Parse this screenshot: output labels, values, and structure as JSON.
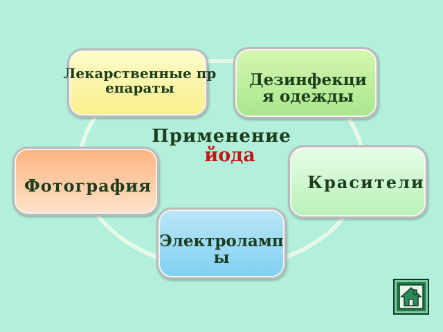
{
  "diagram": {
    "center": {
      "line1": "Применение",
      "line2": "йода"
    },
    "nodes": {
      "medicines": "Лекарственные препараты",
      "disinfection": "Дезинфекция одежды",
      "photo": "Фотография",
      "dyes": "Красители",
      "lamps": "Электролампы"
    }
  },
  "colors": {
    "background": "#b3f0dc",
    "center_title": "#1d3d1d",
    "center_accent": "#c01818",
    "medicines": "#f9ef8a",
    "disinfection": "#a9e68c",
    "photo": "#fbb37f",
    "dyes": "#b9f2b7",
    "lamps": "#7fd0f3"
  },
  "nav": {
    "home_icon": "home-icon"
  }
}
